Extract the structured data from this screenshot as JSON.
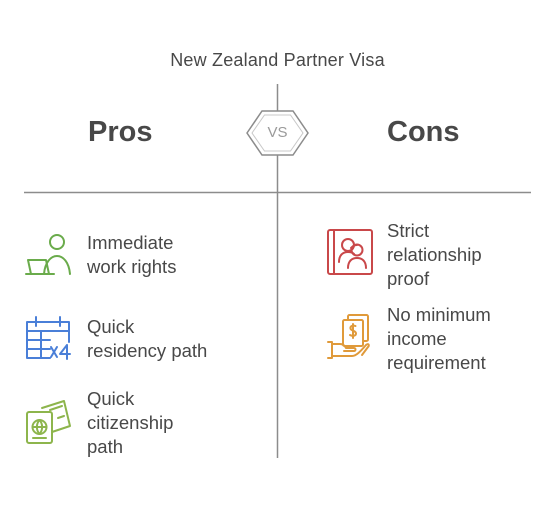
{
  "title": "New Zealand Partner Visa",
  "vs_label": "VS",
  "pros": {
    "heading": "Pros",
    "items": [
      {
        "lines": [
          "Immediate",
          "work rights"
        ],
        "icon": "person-laptop-icon",
        "color": "#6aab4b"
      },
      {
        "lines": [
          "Quick",
          "residency path"
        ],
        "icon": "calendar-x4-icon",
        "color": "#4a7fd8"
      },
      {
        "lines": [
          "Quick",
          "citizenship",
          "path"
        ],
        "icon": "passport-ticket-icon",
        "color": "#8db54c"
      }
    ]
  },
  "cons": {
    "heading": "Cons",
    "items": [
      {
        "lines": [
          "Strict",
          "relationship",
          "proof"
        ],
        "icon": "couple-photo-icon",
        "color": "#c9484a"
      },
      {
        "lines": [
          "No minimum",
          "income",
          "requirement"
        ],
        "icon": "hand-money-icon",
        "color": "#e09a3a"
      }
    ]
  },
  "colors": {
    "text": "#484848",
    "divider": "#8c8c8c"
  }
}
